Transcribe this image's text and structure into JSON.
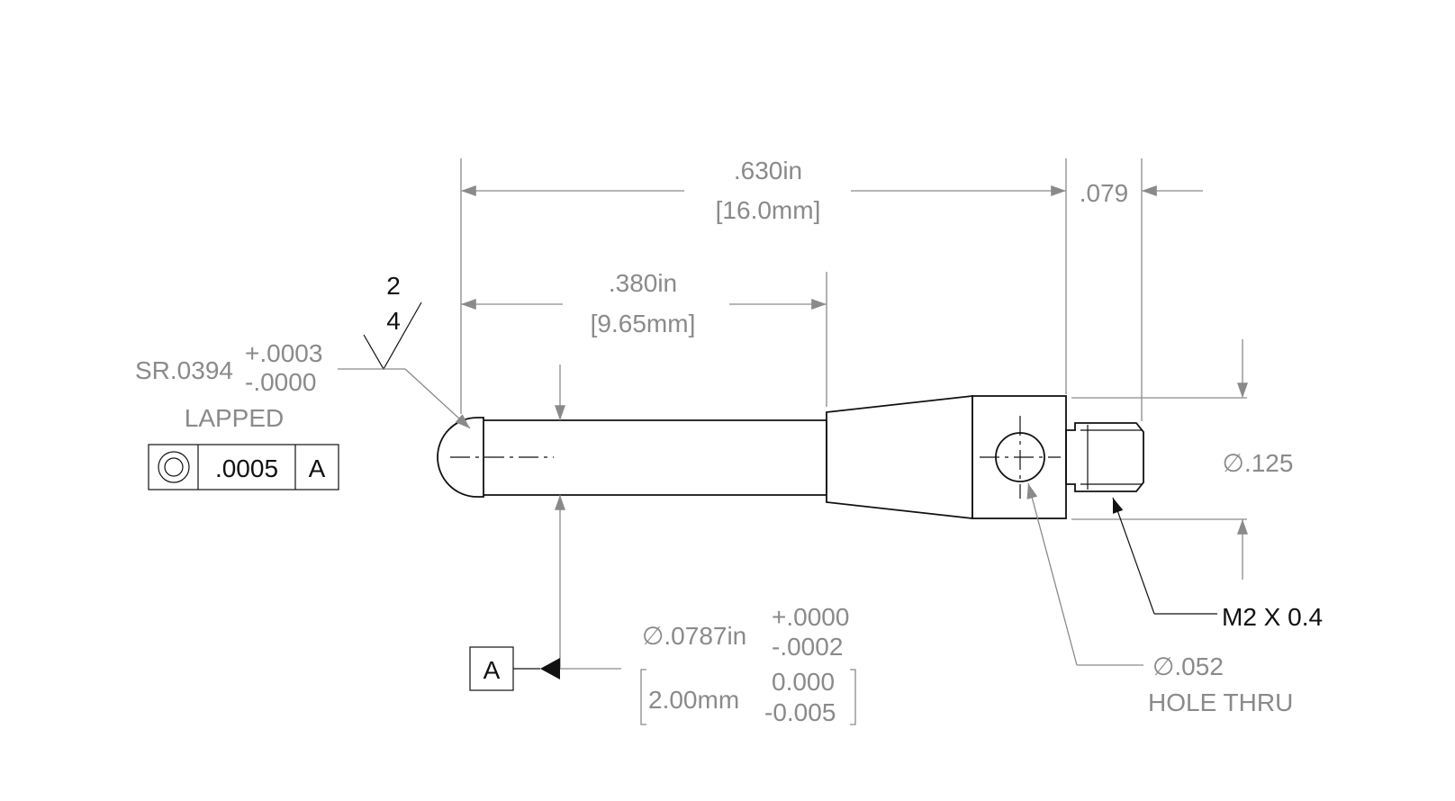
{
  "dimensions": {
    "overall_length_in": ".630in",
    "overall_length_mm": "[16.0mm]",
    "thread_length": ".079",
    "shaft_length_in": ".380in",
    "shaft_length_mm": "[9.65mm]",
    "head_diameter": "∅.125"
  },
  "surface_finish": {
    "upper": "2",
    "lower": "4"
  },
  "sphere_radius": {
    "base": "SR.0394",
    "tol_plus": "+.0003",
    "tol_minus": "-.0000",
    "note": "LAPPED"
  },
  "feature_control_frame": {
    "symbol": "concentricity-icon",
    "tolerance": ".0005",
    "datum": "A"
  },
  "datum_label": "A",
  "shaft_diameter": {
    "in_value": "∅.0787in",
    "in_tol_plus": "+.0000",
    "in_tol_minus": "-.0002",
    "mm_value": "2.00mm",
    "mm_tol_plus": "0.000",
    "mm_tol_minus": "-0.005"
  },
  "thread_callout": "M2 X 0.4",
  "hole_callout": {
    "diameter": "∅.052",
    "note": "HOLE THRU"
  },
  "colors": {
    "object_line": "#111111",
    "dimension_line": "#8a8a8a",
    "background": "#ffffff"
  }
}
